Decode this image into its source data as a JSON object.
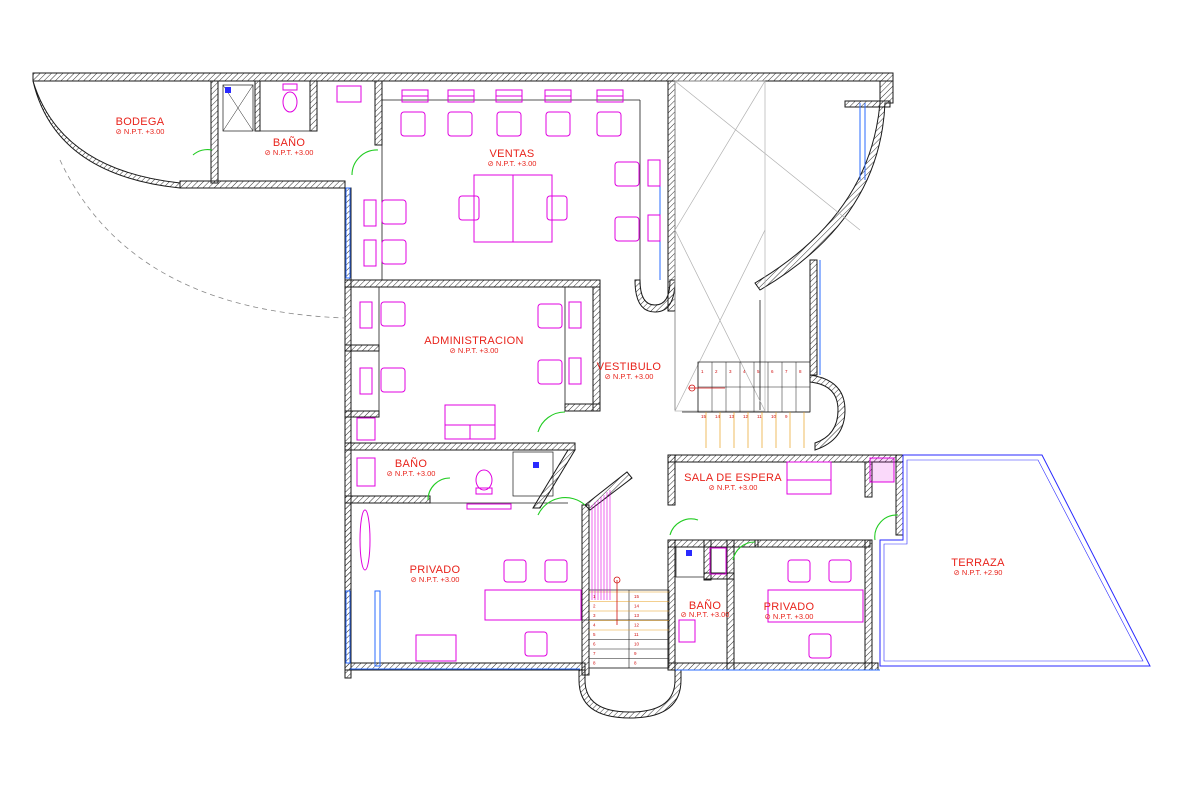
{
  "rooms": {
    "bodega": {
      "name": "BODEGA",
      "level": "N.P.T. +3.00"
    },
    "bano1": {
      "name": "BAÑO",
      "level": "N.P.T. +3.00"
    },
    "ventas": {
      "name": "VENTAS",
      "level": "N.P.T. +3.00"
    },
    "administracion": {
      "name": "ADMINISTRACION",
      "level": "N.P.T. +3.00"
    },
    "vestibulo": {
      "name": "VESTIBULO",
      "level": "N.P.T. +3.00"
    },
    "bano2": {
      "name": "BAÑO",
      "level": "N.P.T. +3.00"
    },
    "sala_espera": {
      "name": "SALA DE ESPERA",
      "level": "N.P.T. +3.00"
    },
    "terraza": {
      "name": "TERRAZA",
      "level": "N.P.T. +2.90"
    },
    "privado1": {
      "name": "PRIVADO",
      "level": "N.P.T. +3.00"
    },
    "bano3": {
      "name": "BAÑO",
      "level": "N.P.T. +3.00"
    },
    "privado2": {
      "name": "PRIVADO",
      "level": "N.P.T. +3.00"
    }
  },
  "stairs": {
    "upper_numbers": [
      "1",
      "2",
      "3",
      "4",
      "5",
      "6",
      "7",
      "8"
    ],
    "lower_numbers": [
      "15",
      "14",
      "13",
      "12",
      "11",
      "10",
      "9"
    ],
    "left_numbers": [
      "1",
      "2",
      "3",
      "4",
      "5",
      "6",
      "7",
      "8"
    ],
    "right_numbers": [
      "15",
      "14",
      "13",
      "12",
      "11",
      "10",
      "9",
      "8"
    ]
  },
  "colors": {
    "wall": "#1a1a1a",
    "furniture": "#e000e0",
    "label": "#e8231b",
    "window": "#00aaff",
    "door": "#22cc22",
    "dim_line": "#1a1aff",
    "stair": "#e8a020"
  }
}
